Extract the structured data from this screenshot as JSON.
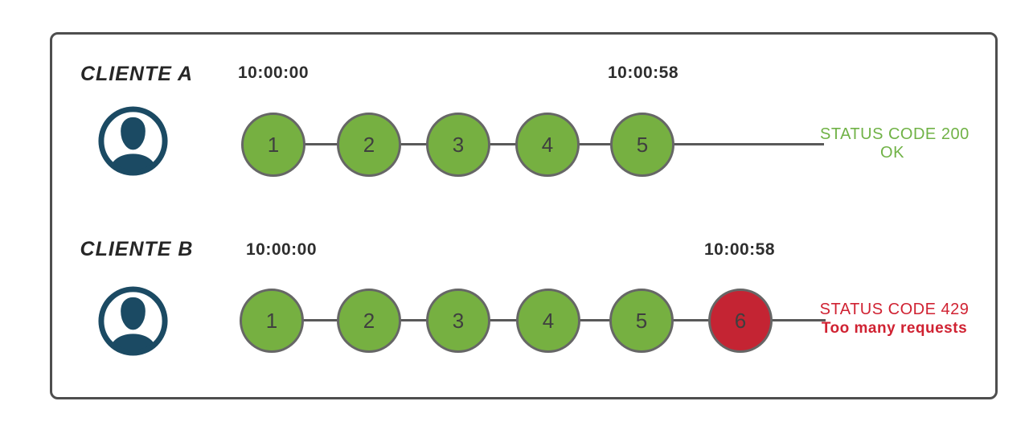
{
  "palette": {
    "green": "#76b041",
    "red": "#c42433",
    "greentext": "#70b246",
    "redtext": "#d02232",
    "line": "#595959",
    "nodeborder": "#666666",
    "navy": "#1b4a63"
  },
  "rows": [
    {
      "client": "CLIENTE A",
      "start_time": "10:00:00",
      "end_time": "10:00:58",
      "steps": [
        {
          "label": "1",
          "status": "ok"
        },
        {
          "label": "2",
          "status": "ok"
        },
        {
          "label": "3",
          "status": "ok"
        },
        {
          "label": "4",
          "status": "ok"
        },
        {
          "label": "5",
          "status": "ok"
        }
      ],
      "status_code_line": "STATUS CODE 200",
      "status_desc_line": "OK"
    },
    {
      "client": "CLIENTE B",
      "start_time": "10:00:00",
      "end_time": "10:00:58",
      "steps": [
        {
          "label": "1",
          "status": "ok"
        },
        {
          "label": "2",
          "status": "ok"
        },
        {
          "label": "3",
          "status": "ok"
        },
        {
          "label": "4",
          "status": "ok"
        },
        {
          "label": "5",
          "status": "ok"
        },
        {
          "label": "6",
          "status": "limited"
        }
      ],
      "status_code_line": "STATUS CODE 429",
      "status_desc_line": "Too many requests"
    }
  ]
}
